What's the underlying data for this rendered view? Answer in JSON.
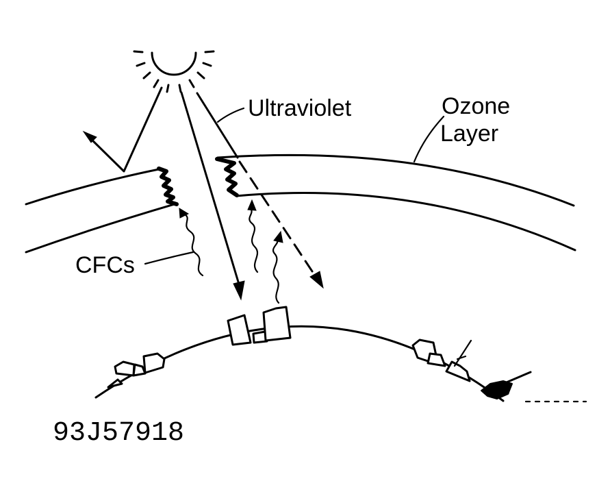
{
  "labels": {
    "ultraviolet": "Ultraviolet",
    "ozone_line1": "Ozone",
    "ozone_line2": "Layer",
    "cfcs": "CFCs"
  },
  "figure_code": "93J57918"
}
